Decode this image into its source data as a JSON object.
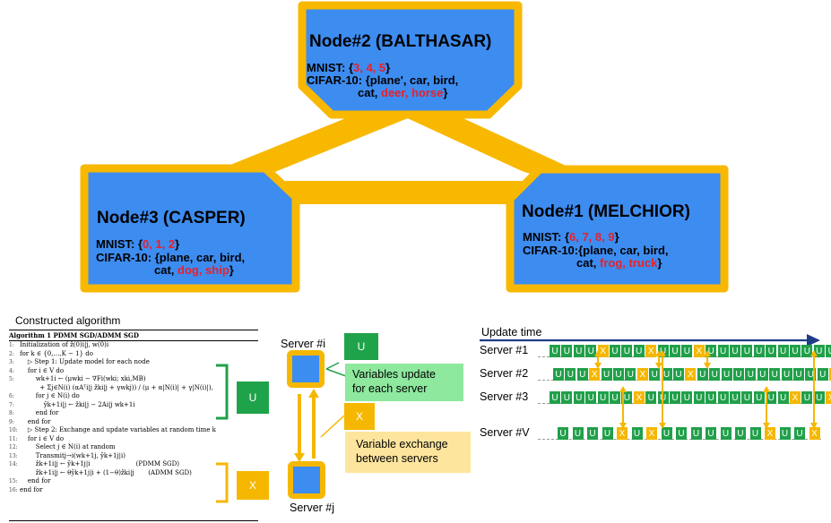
{
  "nodes": {
    "n2": {
      "title": "Node#2 (BALTHASAR)",
      "mnist_prefix": "MNIST: {",
      "mnist_vals": "3, 4, 5",
      "mnist_suffix": "}",
      "cifar_line1": "CIFAR-10: {plane', car, bird,",
      "cifar_line2_pre": "cat, ",
      "cifar_line2_red": "deer, horse",
      "cifar_line2_suf": "}"
    },
    "n3": {
      "title": "Node#3 (CASPER)",
      "mnist_prefix": "MNIST: {",
      "mnist_vals": "0, 1, 2",
      "mnist_suffix": "}",
      "cifar_line1": "CIFAR-10: {plane, car,  bird,",
      "cifar_line2_pre": "cat, ",
      "cifar_line2_red": "dog, ship",
      "cifar_line2_suf": "}"
    },
    "n1": {
      "title": "Node#1 (MELCHIOR)",
      "mnist_prefix": "MNIST: {",
      "mnist_vals": "6, 7, 8, 9",
      "mnist_suffix": "}",
      "cifar_line1": "CIFAR-10:{plane, car, bird,",
      "cifar_line2_pre": "cat, ",
      "cifar_line2_red": "frog, truck",
      "cifar_line2_suf": "}"
    }
  },
  "algorithm": {
    "heading": "Constructed algorithm",
    "caption": "Algorithm 1 PDMM SGD/ADMM SGD",
    "lines": [
      {
        "n": "1:",
        "t": "Initialization of ẑ(0)i|j, w(0)i"
      },
      {
        "n": "2:",
        "t": "for k ∈ {0,…,K − 1} do"
      },
      {
        "n": "3:",
        "t": "    ▷ Step 1: Update model for each node"
      },
      {
        "n": "4:",
        "t": "    for i ∈ V do"
      },
      {
        "n": "5:",
        "t": "        wk+1i ← (μwki − ∇Fi(wki; xki,MB)"
      },
      {
        "n": "",
        "t": "          + Σj∈N(i) (αAᵀi|j ẑki|j + γwkj)) / (μ + α|N(i)| + γ|N(i)|),"
      },
      {
        "n": "6:",
        "t": "        for j ∈ N(i) do"
      },
      {
        "n": "7:",
        "t": "            ŷk+1i|j ← ẑki|j − 2Ai|j wk+1i"
      },
      {
        "n": "8:",
        "t": "        end for"
      },
      {
        "n": "9:",
        "t": "    end for"
      },
      {
        "n": "10:",
        "t": "    ▷ Step 2: Exchange and update variables at random time k"
      },
      {
        "n": "11:",
        "t": "    for i ∈ V do"
      },
      {
        "n": "12:",
        "t": "        Select j ∈ N(i) at random"
      },
      {
        "n": "13:",
        "t": "        Transmitj→i(wk+1j, ŷk+1j|i)"
      },
      {
        "n": "14:",
        "t": "        ẑk+1i|j ← ŷk+1j|i                       (PDMM SGD)"
      },
      {
        "n": "",
        "t": "        ẑk+1i|j ← θŷk+1j|i + (1−θ)ẑki|j       (ADMM SGD)"
      },
      {
        "n": "15:",
        "t": "    end for"
      },
      {
        "n": "16:",
        "t": "end for"
      }
    ],
    "u_label": "U",
    "x_label": "X"
  },
  "servers": {
    "server_i": "Server #i",
    "server_j": "Server #j",
    "u_label": "U",
    "x_label": "X",
    "update_desc": "Variables update\nfor each server",
    "exchange_desc": "Variable exchange\nbetween servers"
  },
  "timeline": {
    "title": "Update time",
    "rows": [
      {
        "label": "Server #1",
        "seq": "UUUUXUUUXUUUXUUUUUUUUUUUUX"
      },
      {
        "label": "Server #2",
        "seq": "UUUXUUUXUUUXUUUUUUUUUUUX"
      },
      {
        "label": "Server #3",
        "seq": "UUUUUUUXUUUUUUUUUUUUXUUX"
      },
      {
        "label": "Server #V",
        "seq": "UUUUXUXUUUUUUUXUUX"
      }
    ]
  },
  "colors": {
    "node_fill": "#3d8cf0",
    "node_border": "#f8b800",
    "edge": "#f8b800",
    "u": "#21a04a",
    "x": "#f5b700",
    "arrow": "#1f3c88",
    "red": "#e8202a"
  }
}
